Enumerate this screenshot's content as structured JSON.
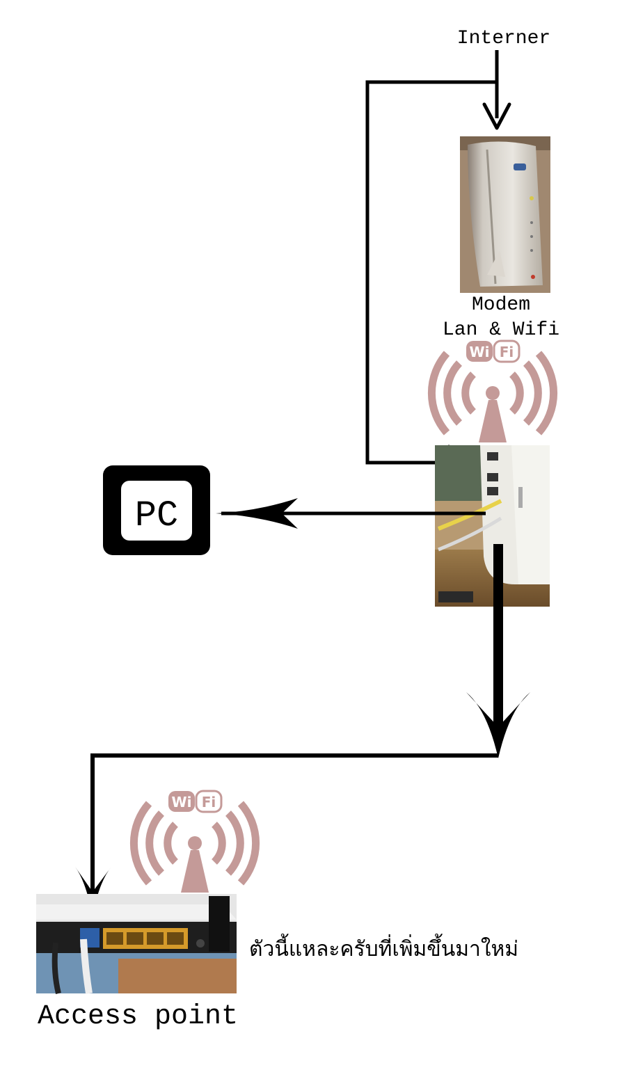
{
  "labels": {
    "internet": "Interner",
    "modem_line1": "Modem",
    "modem_line2": "Lan & Wifi",
    "pc": "PC",
    "access_point": "Access point",
    "note": "ตัวนี้แหละครับที่เพิ่มขึ้นมาใหม่"
  },
  "wifi_badge": {
    "left": "Wi",
    "right": "Fi"
  },
  "colors": {
    "wifi_pink": "#c49a98",
    "line": "#000000"
  }
}
